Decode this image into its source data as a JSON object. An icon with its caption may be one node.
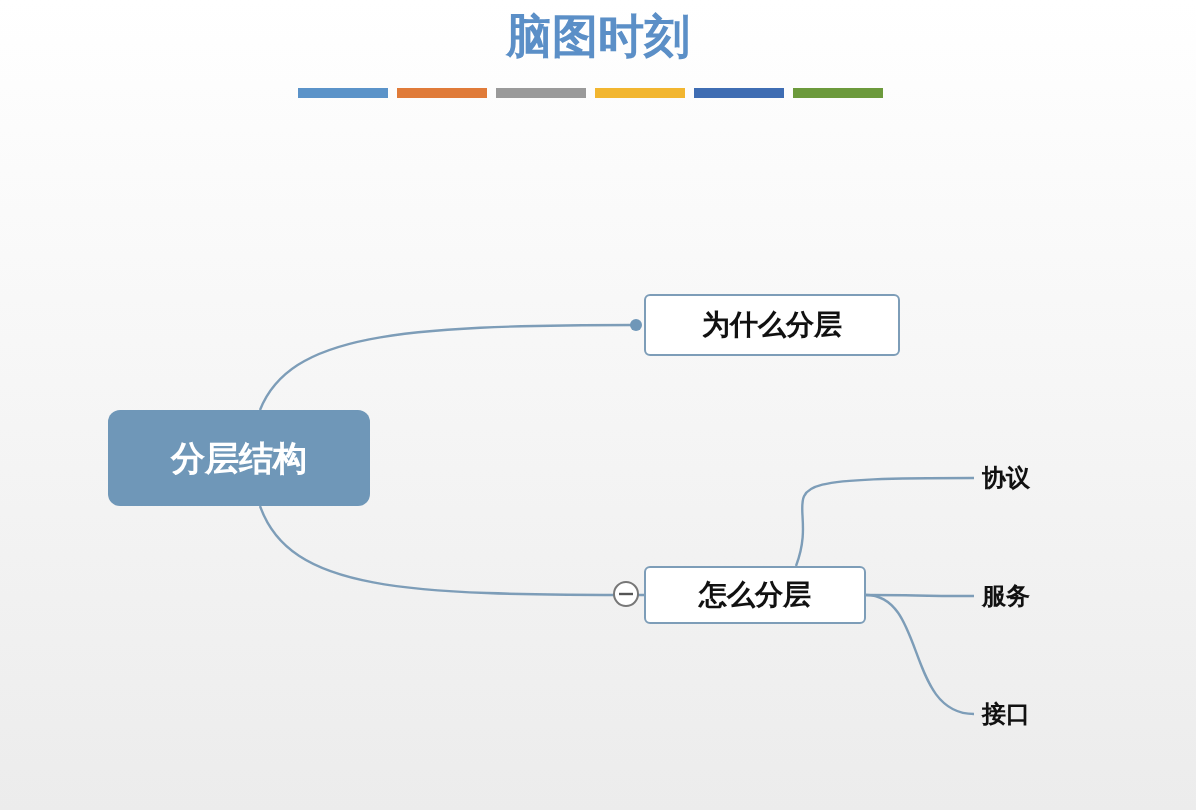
{
  "diagram": {
    "title": "脑图时刻",
    "nodes": [
      {
        "text": [
          "分层结构"
        ]
      },
      {
        "text": [
          "为什么分层"
        ]
      },
      {
        "text": [
          "怎么分层"
        ]
      },
      {
        "text": [
          "协议"
        ]
      },
      {
        "text": [
          "服务"
        ]
      },
      {
        "text": [
          "接口"
        ]
      }
    ],
    "edges": [
      {
        "from": 0,
        "to": 1,
        "arrow": "other"
      },
      {
        "from": 0,
        "to": 2,
        "arrow": "none"
      },
      {
        "from": 2,
        "to": 3,
        "arrow": "none"
      },
      {
        "from": 2,
        "to": 4,
        "arrow": "none"
      },
      {
        "from": 2,
        "to": 5,
        "arrow": "none"
      }
    ]
  }
}
